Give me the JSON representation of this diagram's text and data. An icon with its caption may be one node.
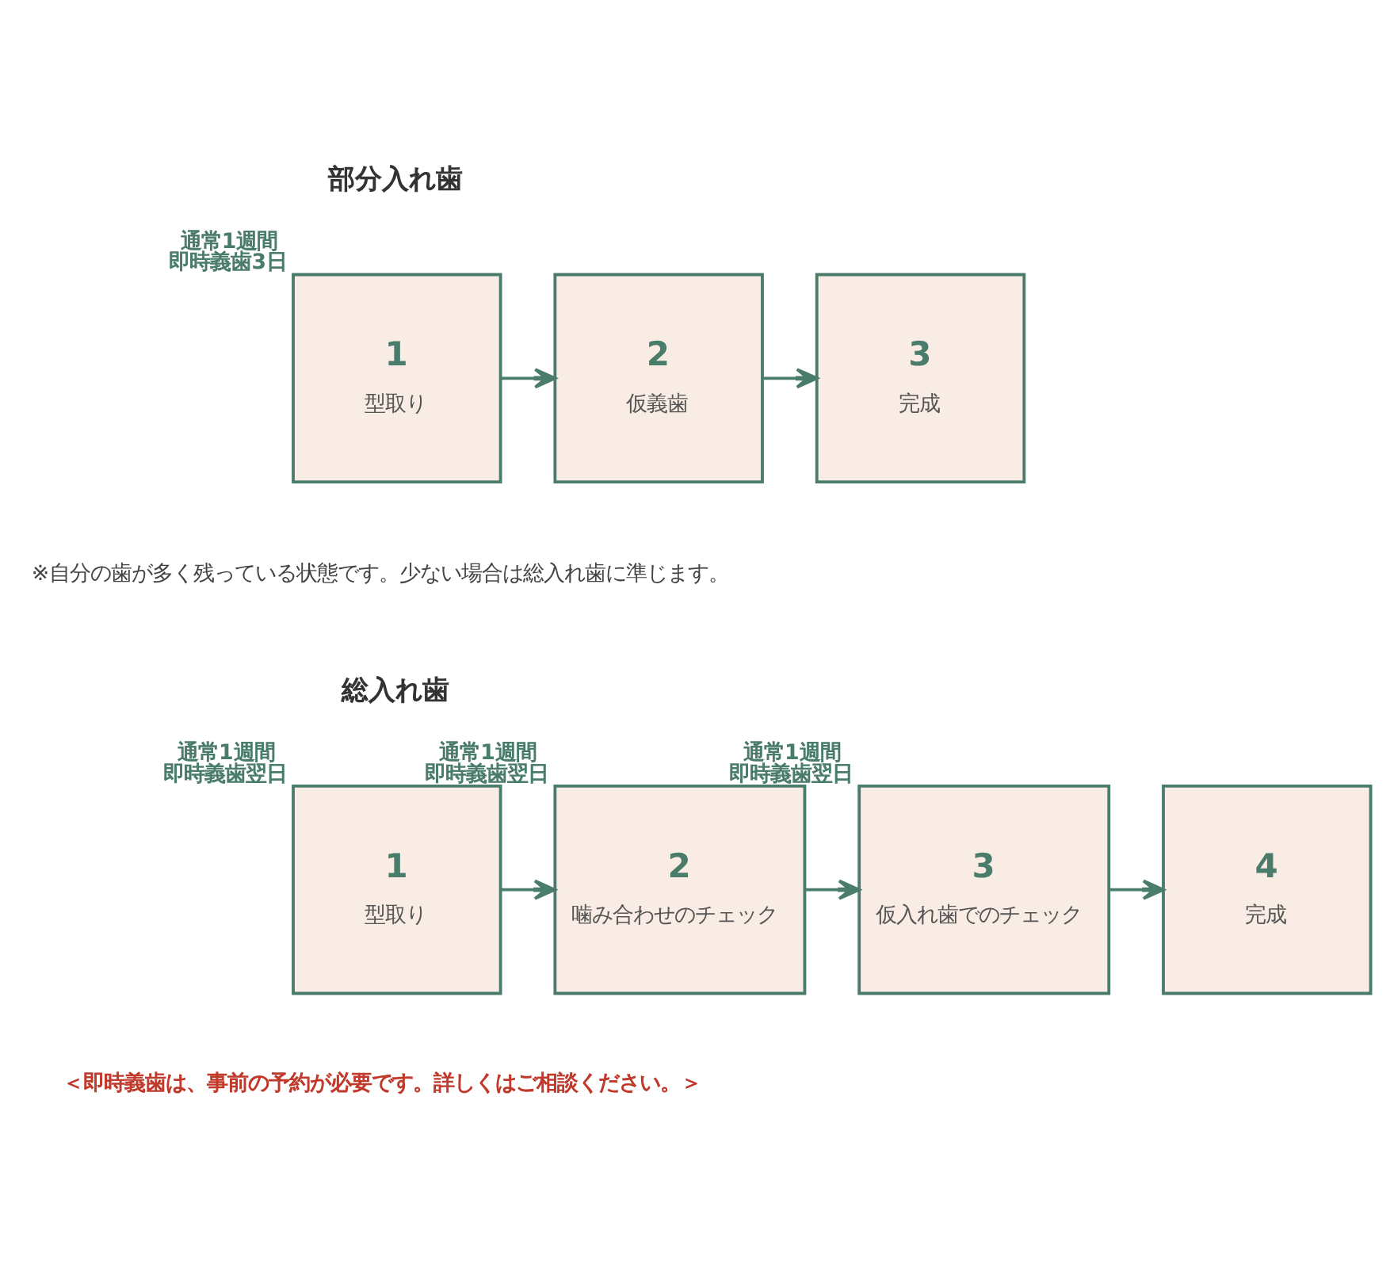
{
  "diagram": {
    "nodes": [
      {
        "text": [
          "1",
          "型取り"
        ],
        "beside": [
          "通常1週間",
          "即時義歯3日"
        ]
      },
      {
        "text": [
          "2",
          "仮義歯"
        ]
      },
      {
        "text": [
          "3",
          "完成"
        ]
      },
      {
        "text": [
          "1",
          "型取り"
        ],
        "beside": [
          "通常1週間",
          "即時義歯翌日"
        ]
      },
      {
        "text": [
          "2",
          "噛み合わせのチェック"
        ],
        "beside": [
          "通常1週間",
          "即時義歯翌日"
        ]
      },
      {
        "text": [
          "3",
          "仮入れ歯でのチェック"
        ],
        "beside": [
          "通常1週間",
          "即時義歯翌日"
        ]
      },
      {
        "text": [
          "4",
          "完成"
        ]
      }
    ],
    "edges": [
      {
        "from": 0,
        "to": 1,
        "arrow": "to"
      },
      {
        "from": 1,
        "to": 2,
        "arrow": "to"
      },
      {
        "from": 3,
        "to": 4,
        "arrow": "to"
      },
      {
        "from": 4,
        "to": 5,
        "arrow": "to"
      },
      {
        "from": 5,
        "to": 6,
        "arrow": "to"
      }
    ],
    "labels": [
      "部分入れ歯",
      "※自分の歯が多く残っている状態です。少ない場合は総入れ歯に準じます。",
      "総入れ歯",
      "＜即時義歯は、事前の予約が必要です。詳しくはご相談ください。＞"
    ]
  }
}
